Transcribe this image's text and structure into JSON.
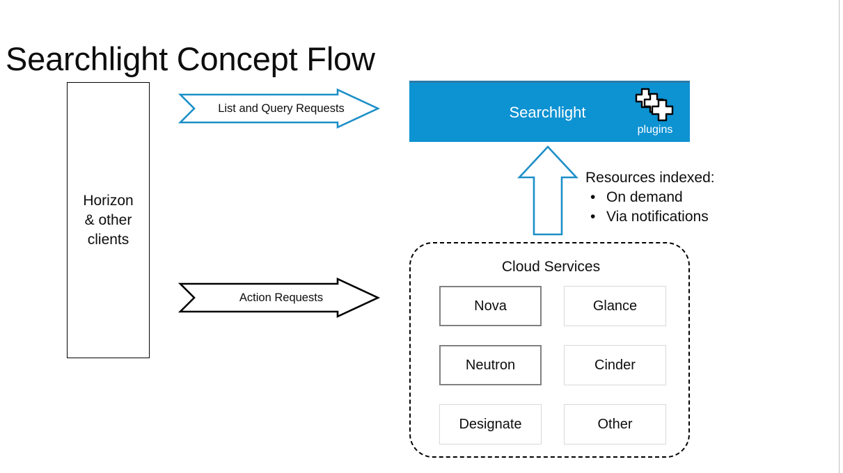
{
  "slide": {
    "title": "Searchlight Concept Flow",
    "background": "#ffffff"
  },
  "colors": {
    "accent_blue": "#0d92d2",
    "arrow_blue": "#1c8fc8",
    "strong_border": "#808080",
    "faint_border": "#d9d9d9",
    "text": "#0d0d0d"
  },
  "clients_box": {
    "label": "Horizon\n& other\nclients"
  },
  "arrows": {
    "list_query": {
      "label": "List and Query Requests",
      "color": "#1c8fc8",
      "direction": "right"
    },
    "action": {
      "label": "Action Requests",
      "color": "#000000",
      "direction": "right"
    },
    "index_flow": {
      "color": "#1c8fc8",
      "direction": "up"
    }
  },
  "searchlight": {
    "title": "Searchlight",
    "plugins_label": "plugins",
    "plugins_icon": "puzzle-pieces-icon"
  },
  "resources": {
    "heading": "Resources indexed:",
    "bullet_glyph": "•",
    "items": [
      "On demand",
      "Via notifications"
    ]
  },
  "cloud_services": {
    "title": "Cloud Services",
    "items": [
      {
        "name": "Nova",
        "emphasis": "strong"
      },
      {
        "name": "Glance",
        "emphasis": "faint"
      },
      {
        "name": "Neutron",
        "emphasis": "strong"
      },
      {
        "name": "Cinder",
        "emphasis": "faint"
      },
      {
        "name": "Designate",
        "emphasis": "faint"
      },
      {
        "name": "Other",
        "emphasis": "faint"
      }
    ]
  }
}
